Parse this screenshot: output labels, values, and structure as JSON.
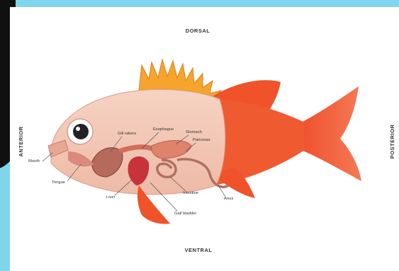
{
  "directions": {
    "top": "DORSAL",
    "bottom": "VENTRAL",
    "left": "ANTERIOR",
    "right": "POSTERIOR"
  },
  "labels": {
    "mouth": "Mouth",
    "tongue": "Tongue",
    "gill_rakers": "Gill rakers",
    "esophagus": "Esophagus",
    "stomach": "Stomach",
    "pancreas": "Pancreas",
    "liver": "Liver",
    "intestine": "Intestine",
    "anus": "Anus",
    "gall_bladder": "Gall bladder"
  },
  "colors": {
    "background_frame": "#7fd6ea",
    "fin_orange": "#f0522a",
    "body_pink": "#f3c9b6",
    "organ_red": "#c8323a"
  }
}
